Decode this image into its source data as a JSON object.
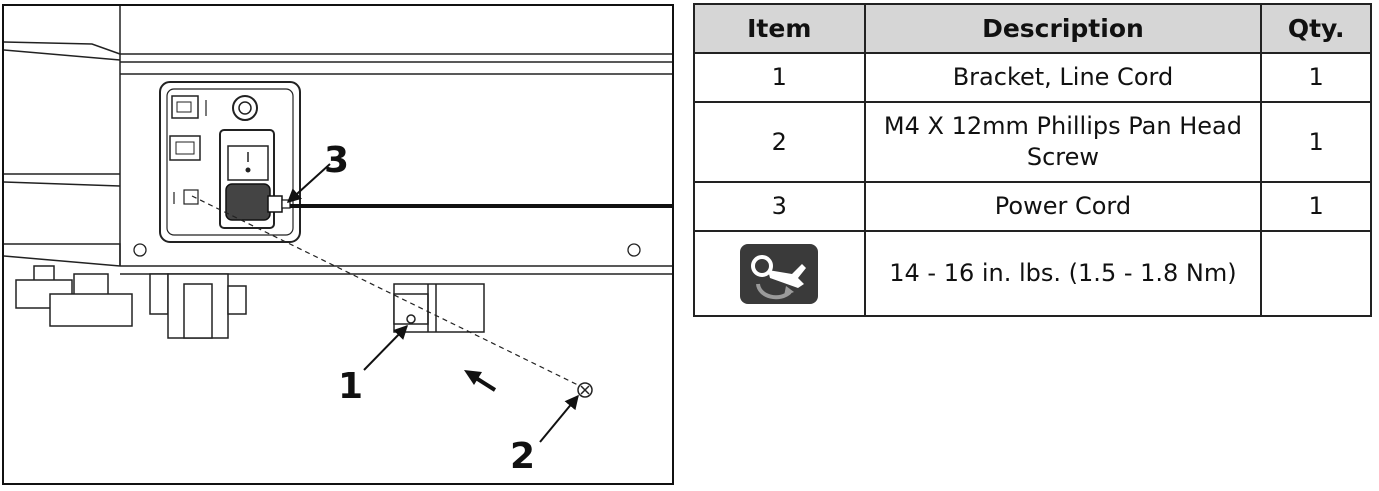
{
  "figure": {
    "callouts": [
      "1",
      "2",
      "3"
    ]
  },
  "table": {
    "headers": [
      "Item",
      "Description",
      "Qty."
    ],
    "rows": [
      {
        "item": "1",
        "description": "Bracket, Line Cord",
        "qty": "1"
      },
      {
        "item": "2",
        "description": "M4 X 12mm Phillips Pan Head Screw",
        "qty": "1"
      },
      {
        "item": "3",
        "description": "Power Cord",
        "qty": "1"
      }
    ],
    "torque_row": {
      "icon": "torque-wrench-icon",
      "description": "14 - 16 in. lbs. (1.5 - 1.8 Nm)",
      "qty": ""
    }
  },
  "colors": {
    "header_bg": "#d6d6d6",
    "icon_bg": "#3a3a3a",
    "line": "#111111"
  }
}
